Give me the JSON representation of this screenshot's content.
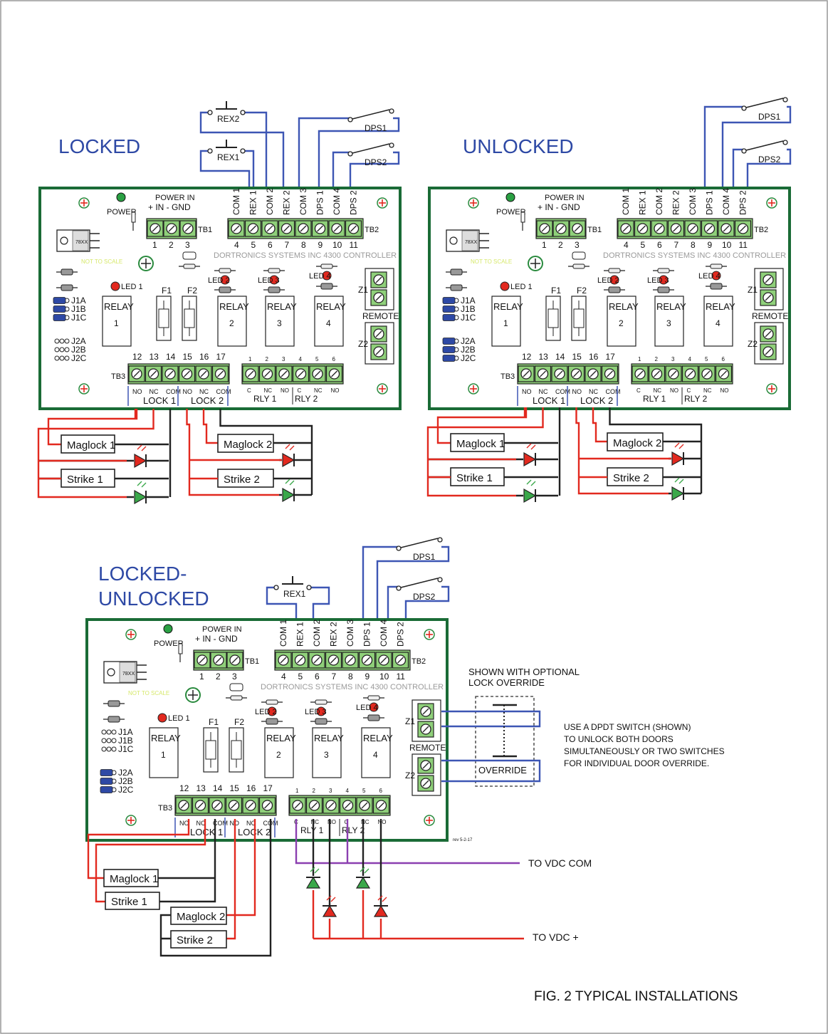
{
  "sections": [
    {
      "id": "locked",
      "title": "LOCKED"
    },
    {
      "id": "unlocked",
      "title": "UNLOCKED"
    },
    {
      "id": "locked-unlocked",
      "title_line1": "LOCKED-",
      "title_line2": "UNLOCKED"
    }
  ],
  "board": {
    "power_led_label": "POWER",
    "power_in_label": "POWER IN",
    "power_in_pins": "+  IN  -  GND",
    "tb1_label": "TB1",
    "tb1_numbers": [
      "1",
      "2",
      "3"
    ],
    "tb2_label": "TB2",
    "tb2_numbers": [
      "4",
      "5",
      "6",
      "7",
      "8",
      "9",
      "10",
      "11"
    ],
    "tb2_terminals": [
      "COM 1",
      "REX 1",
      "COM 2",
      "REX 2",
      "COM 3",
      "DPS 1",
      "COM 4",
      "DPS 2"
    ],
    "manufacturer_label": "DORTRONICS SYSTEMS INC   4300 CONTROLLER",
    "regulator_label": "78XX",
    "not_to_scale": "NOT TO SCALE",
    "led1": "LED 1",
    "led2": "LED 2",
    "led3": "LED 3",
    "led4": "LED 4",
    "fuse1": "F1",
    "fuse2": "F2",
    "relay_word": "RELAY",
    "relay_numbers": [
      "1",
      "2",
      "3",
      "4"
    ],
    "jumpers_a": [
      "J1A",
      "J1B",
      "J1C"
    ],
    "jumpers_b": [
      "J2A",
      "J2B",
      "J2C"
    ],
    "zone1": "Z1",
    "zone2": "Z2",
    "remote": "REMOTE",
    "tb3_label": "TB3",
    "tb3_numbers": [
      "12",
      "13",
      "14",
      "15",
      "16",
      "17"
    ],
    "tb3_terminals": [
      "NO",
      "NC",
      "COM",
      "NO",
      "NC",
      "COM"
    ],
    "lock1": "LOCK 1",
    "lock2": "LOCK 2",
    "rly_numbers": [
      "1",
      "2",
      "3",
      "4",
      "5",
      "6"
    ],
    "rly_terminals": [
      "C",
      "NC",
      "NO",
      "C",
      "NC",
      "NO"
    ],
    "rly1": "RLY 1",
    "rly2": "RLY 2"
  },
  "field_devices": {
    "rex1": "REX1",
    "rex2": "REX2",
    "dps1": "DPS1",
    "dps2": "DPS2",
    "maglock1": "Maglock 1",
    "maglock2": "Maglock 2",
    "strike1": "Strike 1",
    "strike2": "Strike 2"
  },
  "override": {
    "header_line1": "SHOWN WITH OPTIONAL",
    "header_line2": "LOCK OVERRIDE",
    "switch_label": "OVERRIDE",
    "note_lines": [
      "USE A DPDT SWITCH (SHOWN)",
      "TO UNLOCK BOTH DOORS",
      "SIMULTANEOUSLY OR TWO SWITCHES",
      "FOR INDIVIDUAL DOOR OVERRIDE."
    ],
    "to_vdc_com": "TO VDC COM",
    "to_vdc_plus": "TO VDC +",
    "rev_label": "rev 5-2-17"
  },
  "figure_caption": "FIG. 2   TYPICAL INSTALLATIONS",
  "colors": {
    "board_outline": "#1a6b36",
    "board_fill": "#ffffff",
    "terminal_green": "#8fd07a",
    "wire_blue": "#3d56b4",
    "wire_red": "#e2291f",
    "wire_black": "#222222",
    "wire_purple": "#8b3fb0",
    "title_blue": "#2e49a5"
  }
}
